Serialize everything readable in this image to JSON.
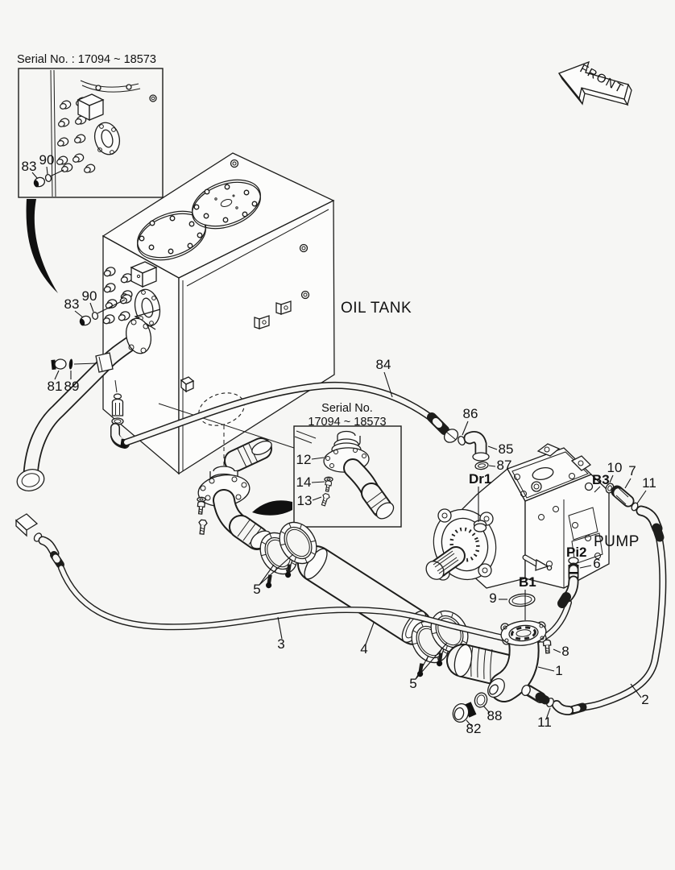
{
  "figure": {
    "type": "exploded-parts-diagram",
    "subject": "oil tank to pump hydraulic piping"
  },
  "front_arrow": {
    "label": "FRONT"
  },
  "component_labels": {
    "oil_tank": "OIL TANK",
    "pump": "PUMP"
  },
  "port_labels": {
    "dr1": "Dr1",
    "b3": "B3",
    "pi2": "Pi2",
    "b1": "B1"
  },
  "insets": {
    "top_left": {
      "serial": "Serial No. : 17094 ~ 18573"
    },
    "middle": {
      "serial_line1": "Serial No.",
      "serial_line2": "17094 ~ 18573"
    }
  },
  "callouts": {
    "inset1_83": "83",
    "inset1_90": "90",
    "inset2_12": "12",
    "inset2_14": "14",
    "inset2_13": "13",
    "tank_83": "83",
    "tank_90": "90",
    "p81": "81",
    "p89": "89",
    "p84": "84",
    "p86": "86",
    "p85": "85",
    "p87": "87",
    "p10": "10",
    "p7": "7",
    "p11_upper": "11",
    "p6": "6",
    "p9": "9",
    "p8": "8",
    "p1": "1",
    "p2": "2",
    "p88": "88",
    "p82": "82",
    "p11_lower": "11",
    "p5_left": "5",
    "p5_right": "5",
    "p3": "3",
    "p4": "4"
  },
  "colors": {
    "background": "#f6f6f4",
    "line": "#1d1d1b",
    "swoosh": "#101010"
  }
}
